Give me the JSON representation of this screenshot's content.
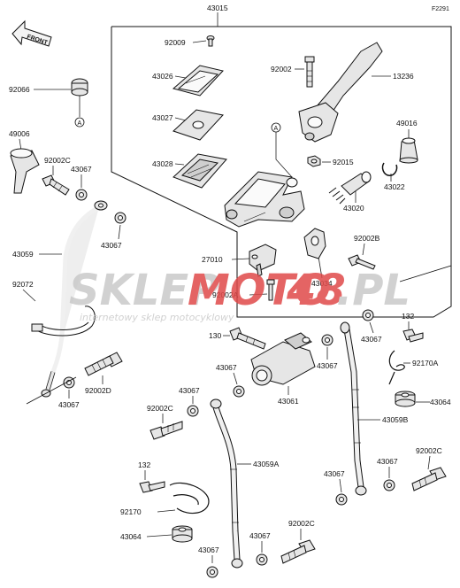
{
  "figure_code": "F2291",
  "front_arrow_label": "FRONT",
  "ref_marker": "A",
  "watermark": {
    "brand_part1": "SKLEP",
    "brand_part2": "MOTO",
    "brand_part3": "48",
    "brand_part4": ".PL",
    "tagline": "internetowy sklep motocyklowy",
    "color_grey": "#c9c9c9",
    "color_red": "#e04a4a"
  },
  "labels": {
    "p43015": "43015",
    "p92009": "92009",
    "p43026": "43026",
    "p43027": "43027",
    "p43028": "43028",
    "p92002_top": "92002",
    "p13236": "13236",
    "p49016": "49016",
    "p92015": "92015",
    "p43022": "43022",
    "p43020": "43020",
    "p92066": "92066",
    "p49006": "49006",
    "p92002C_a": "92002C",
    "p43067_a": "43067",
    "p43067_b": "43067",
    "p43059": "43059",
    "p92072": "92072",
    "p27010": "27010",
    "p92002B": "92002B",
    "p43034": "43034",
    "p92002A": "92002A",
    "p132_a": "132",
    "p43067_c": "43067",
    "p92170A": "92170A",
    "p130": "130",
    "p43067_d": "43067",
    "p43067_e": "43067",
    "p43061": "43061",
    "p43064_a": "43064",
    "p92002D": "92002D",
    "p43067_f": "43067",
    "p43067_g": "43067",
    "p43059B": "43059B",
    "p92002C_b": "92002C",
    "p43059A": "43059A",
    "p43067_h": "43067",
    "p92002C_c": "92002C",
    "p43067_i": "43067",
    "p132_b": "132",
    "p92170": "92170",
    "p43064_b": "43064",
    "p43067_j": "43067",
    "p43067_k": "43067",
    "p92002C_d": "92002C"
  }
}
